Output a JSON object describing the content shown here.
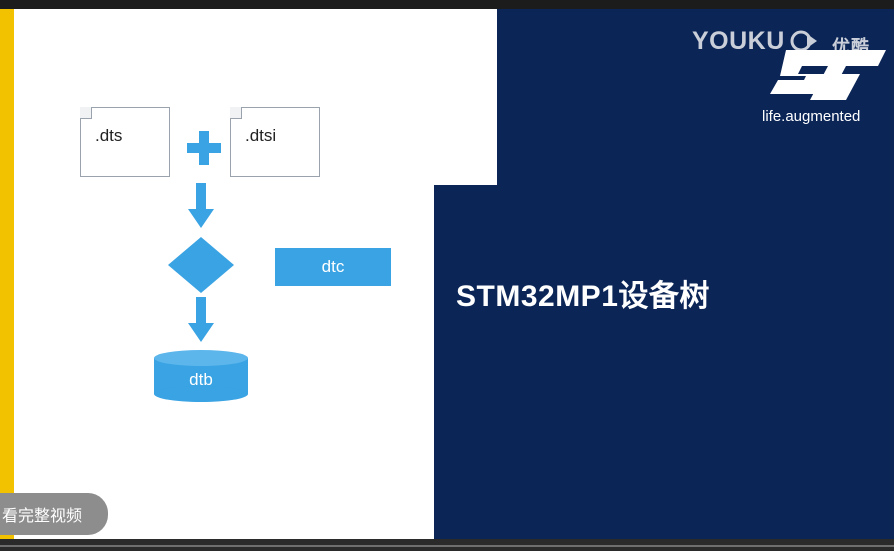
{
  "slide": {
    "file1_label": ".dts",
    "file2_label": ".dtsi",
    "compiler_label": "dtc",
    "output_label": "dtb",
    "title": "STM32MP1设备树"
  },
  "branding": {
    "youku_text": "YOUKU",
    "youku_cn": "优酷",
    "tagline": "life.augmented",
    "logo_icon": "st-logo-icon"
  },
  "controls": {
    "watch_full_label": "看完整视频"
  },
  "colors": {
    "accent_blue": "#39a3e3",
    "navy": "#0b2557",
    "side_bar": "#f2c200"
  }
}
